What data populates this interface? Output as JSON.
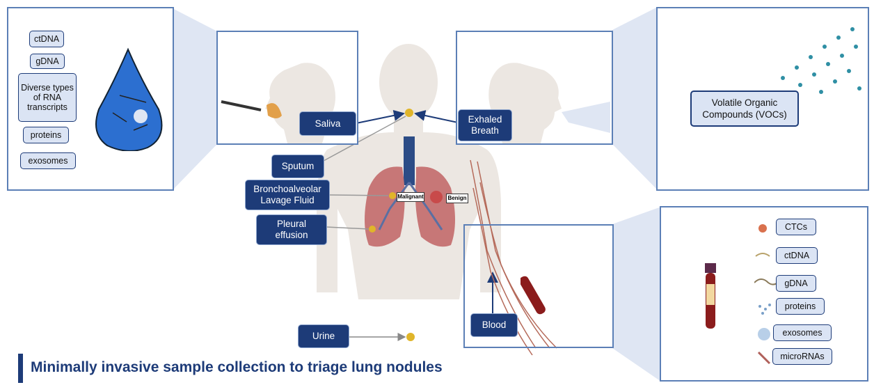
{
  "title": "Minimally invasive sample collection to triage lung nodules",
  "colors": {
    "navy": "#1d3b78",
    "panel_border": "#5b7fb6",
    "pill_fill": "#dbe4f4",
    "sample_dot": "#e0b52a",
    "lung": "#c77777"
  },
  "samples": {
    "saliva": "Saliva",
    "exhaled_breath": "Exhaled Breath",
    "sputum": "Sputum",
    "bal": "Bronchoalveolar Lavage Fluid",
    "pleural": "Pleural effusion",
    "urine": "Urine",
    "blood": "Blood"
  },
  "lung_labels": {
    "malignant": "Malignant",
    "benign": "Benign"
  },
  "left_panel_analytes": [
    "ctDNA",
    "gDNA",
    "Diverse types of RNA transcripts",
    "proteins",
    "exosomes"
  ],
  "vocs_label": "Volatile Organic Compounds (VOCs)",
  "blood_analytes": [
    "CTCs",
    "ctDNA",
    "gDNA",
    "proteins",
    "exosomes",
    "microRNAs"
  ],
  "icons": [
    "droplet-icon",
    "head-profile-icon",
    "swab-icon",
    "body-silhouette-icon",
    "lungs-icon",
    "arm-icon",
    "blood-tube-icon",
    "voc-dots-icon"
  ]
}
